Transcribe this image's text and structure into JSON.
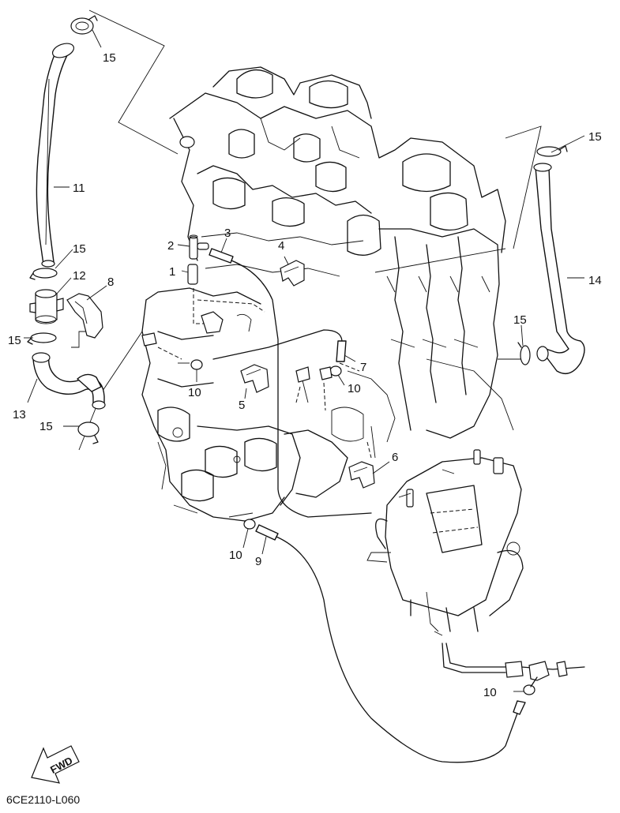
{
  "callouts": [
    {
      "id": "c15a",
      "text": "15"
    },
    {
      "id": "c11",
      "text": "11"
    },
    {
      "id": "c15b",
      "text": "15"
    },
    {
      "id": "c12",
      "text": "12"
    },
    {
      "id": "c8",
      "text": "8"
    },
    {
      "id": "c15c",
      "text": "15"
    },
    {
      "id": "c13",
      "text": "13"
    },
    {
      "id": "c15d",
      "text": "15"
    },
    {
      "id": "c2",
      "text": "2"
    },
    {
      "id": "c3",
      "text": "3"
    },
    {
      "id": "c1",
      "text": "1"
    },
    {
      "id": "c4",
      "text": "4"
    },
    {
      "id": "c10a",
      "text": "10"
    },
    {
      "id": "c5",
      "text": "5"
    },
    {
      "id": "c7",
      "text": "7"
    },
    {
      "id": "c10b",
      "text": "10"
    },
    {
      "id": "c15e",
      "text": "15"
    },
    {
      "id": "c14",
      "text": "14"
    },
    {
      "id": "c15f",
      "text": "15"
    },
    {
      "id": "c6",
      "text": "6"
    },
    {
      "id": "c10c",
      "text": "10"
    },
    {
      "id": "c9",
      "text": "9"
    },
    {
      "id": "c10d",
      "text": "10"
    }
  ],
  "direction_label": "FWD",
  "diagram_code": "6CE2110-L060"
}
